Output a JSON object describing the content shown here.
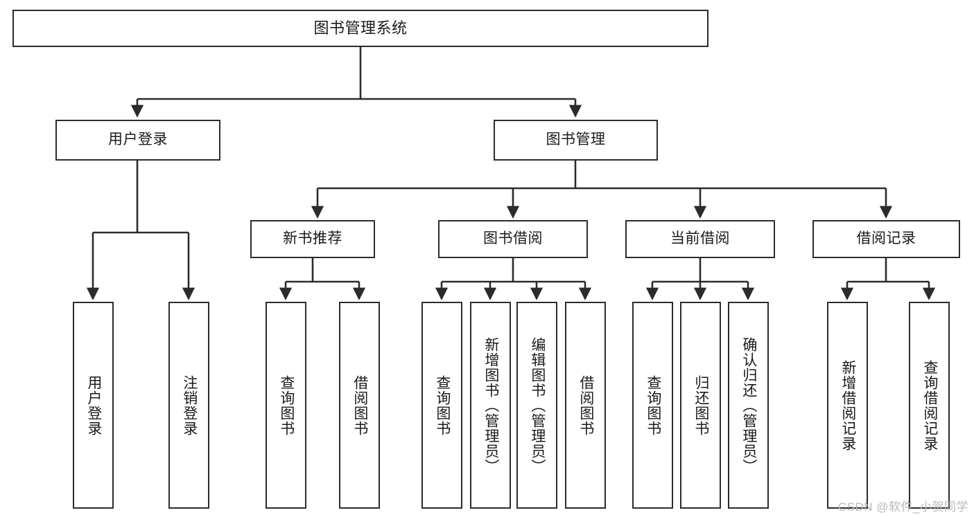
{
  "diagram": {
    "title": "图书管理系统",
    "type": "tree-hierarchy",
    "watermark": "CSDN @软件_小贺同学",
    "colors": {
      "stroke": "#2b2b2b",
      "fill": "#ffffff",
      "text": "#1a1a1a",
      "watermark": "#b8b8b8"
    },
    "levels": {
      "level0": [
        {
          "id": "root",
          "label": "图书管理系统"
        }
      ],
      "level1": [
        {
          "id": "user-login",
          "label": "用户登录",
          "parent": "root"
        },
        {
          "id": "book-manage",
          "label": "图书管理",
          "parent": "root"
        }
      ],
      "level2": [
        {
          "id": "new-book-rec",
          "label": "新书推荐",
          "parent": "book-manage"
        },
        {
          "id": "book-borrow",
          "label": "图书借阅",
          "parent": "book-manage"
        },
        {
          "id": "current-borrow",
          "label": "当前借阅",
          "parent": "book-manage"
        },
        {
          "id": "borrow-record",
          "label": "借阅记录",
          "parent": "book-manage"
        }
      ],
      "leaves": [
        {
          "id": "leaf-user-login",
          "label": "用户登录",
          "parent": "user-login"
        },
        {
          "id": "leaf-logout",
          "label": "注销登录",
          "parent": "user-login"
        },
        {
          "id": "leaf-query-book-1",
          "label": "查询图书",
          "parent": "new-book-rec"
        },
        {
          "id": "leaf-borrow-book-1",
          "label": "借阅图书",
          "parent": "new-book-rec"
        },
        {
          "id": "leaf-query-book-2",
          "label": "查询图书",
          "parent": "book-borrow"
        },
        {
          "id": "leaf-add-book",
          "label": "新增图书（管理员）",
          "parent": "book-borrow"
        },
        {
          "id": "leaf-edit-book",
          "label": "编辑图书（管理员）",
          "parent": "book-borrow"
        },
        {
          "id": "leaf-borrow-book-2",
          "label": "借阅图书",
          "parent": "book-borrow"
        },
        {
          "id": "leaf-query-book-3",
          "label": "查询图书",
          "parent": "current-borrow"
        },
        {
          "id": "leaf-return-book",
          "label": "归还图书",
          "parent": "current-borrow"
        },
        {
          "id": "leaf-confirm-return",
          "label": "确认归还（管理员）",
          "parent": "current-borrow"
        },
        {
          "id": "leaf-add-record",
          "label": "新增借阅记录",
          "parent": "borrow-record"
        },
        {
          "id": "leaf-query-record",
          "label": "查询借阅记录",
          "parent": "borrow-record"
        }
      ]
    }
  }
}
